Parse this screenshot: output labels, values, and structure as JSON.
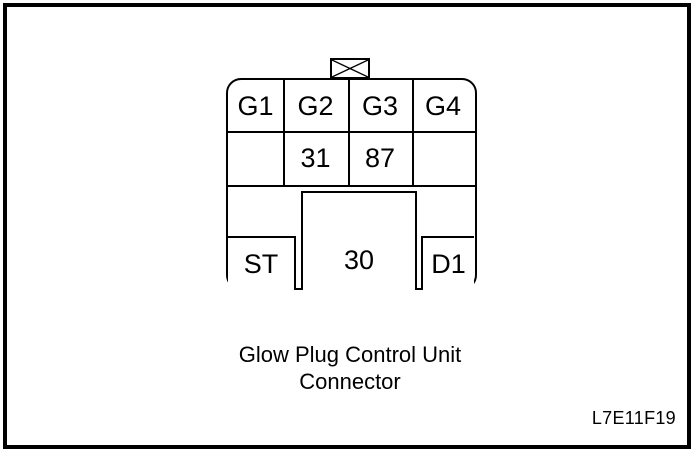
{
  "figure": {
    "reference_code": "L7E11F19",
    "caption": {
      "line1": "Glow Plug Control Unit",
      "line2": "Connector"
    }
  },
  "connector": {
    "latch": {
      "icon": "crossed-box-icon"
    },
    "rows": [
      {
        "name": "top-row",
        "cells": [
          {
            "label": "G1"
          },
          {
            "label": "G2"
          },
          {
            "label": "G3"
          },
          {
            "label": "G4"
          }
        ]
      },
      {
        "name": "middle-row",
        "cells": [
          {
            "label": ""
          },
          {
            "label": "31"
          },
          {
            "label": "87"
          },
          {
            "label": ""
          }
        ]
      }
    ],
    "bottom": {
      "left_terminal": "ST",
      "center_terminal": "30",
      "right_terminal": "D1"
    }
  },
  "colors": {
    "line": "#000000",
    "background": "#ffffff"
  }
}
